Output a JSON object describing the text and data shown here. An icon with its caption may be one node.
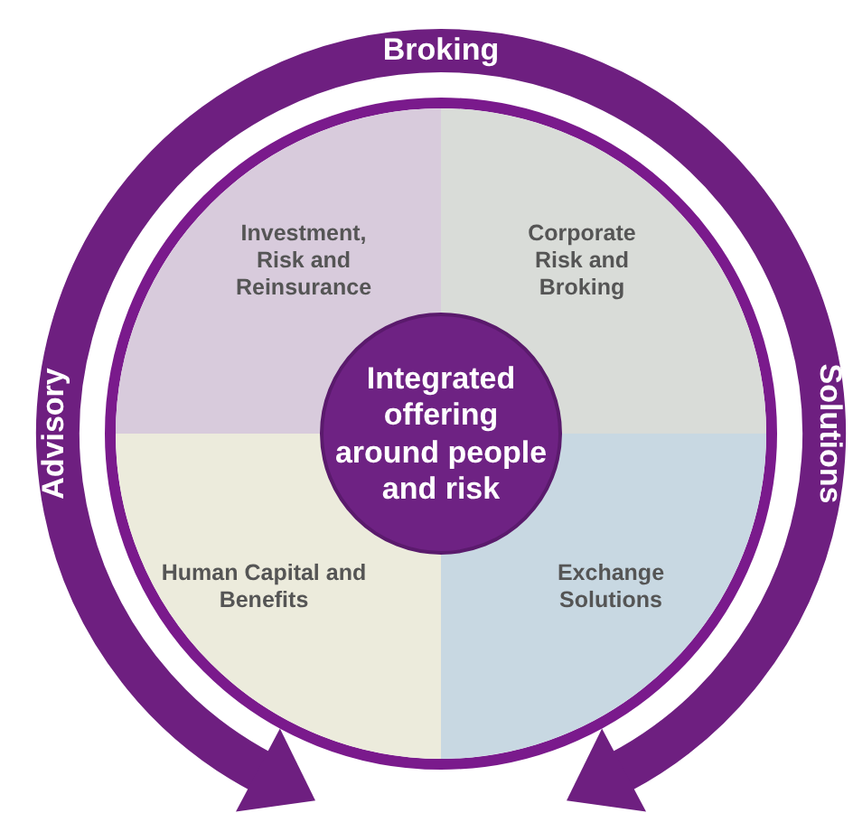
{
  "diagram": {
    "nodes": [
      {
        "text": [
          "Investment, Risk and Reinsurance"
        ]
      },
      {
        "text": [
          "Corporate Risk and Broking"
        ]
      },
      {
        "text": [
          "Human Capital and Benefits"
        ]
      },
      {
        "text": [
          "Exchange Solutions"
        ]
      },
      {
        "text": [
          "Integrated offering around people and risk"
        ]
      }
    ],
    "labels": [
      "Broking",
      "Advisory",
      "Solutions"
    ]
  }
}
